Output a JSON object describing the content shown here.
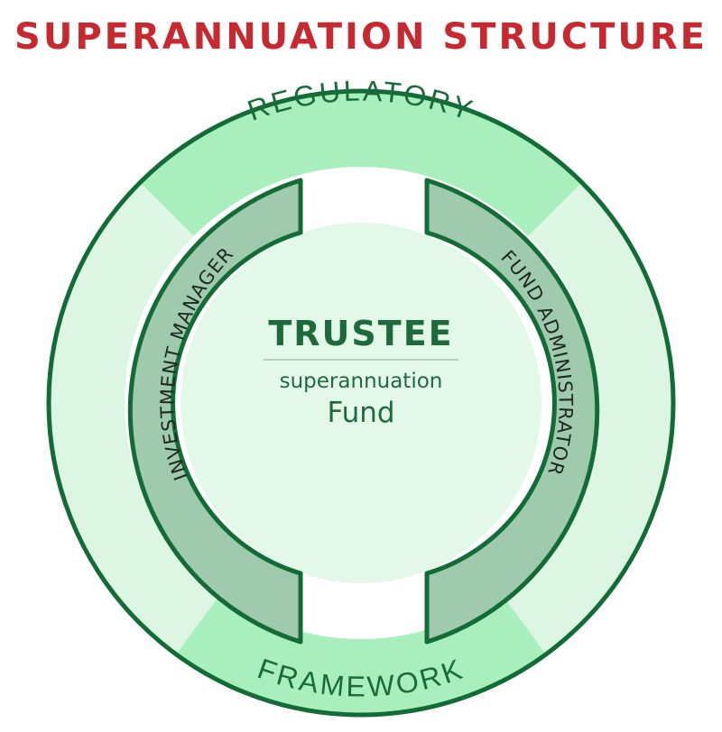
{
  "title": "SUPERANNUATION STRUCTURE",
  "outer_ring": {
    "top_label": "REGULATORY",
    "bottom_label": "FRAMEWORK"
  },
  "inner_bands": {
    "left_label": "INVESTMENT MANAGER",
    "right_label": "FUND ADMINISTRATOR"
  },
  "center": {
    "title": "TRUSTEE",
    "subtitle": "superannuation",
    "fund": "Fund"
  },
  "colors": {
    "title_red": "#c62a30",
    "outline_green": "#136b37",
    "ring_pale": "#dff7e6",
    "ring_bright": "#a7efbb",
    "band_fill": "#9fcaad",
    "center_fill": "#e4f8ea",
    "text_green": "#1e6a3d"
  }
}
